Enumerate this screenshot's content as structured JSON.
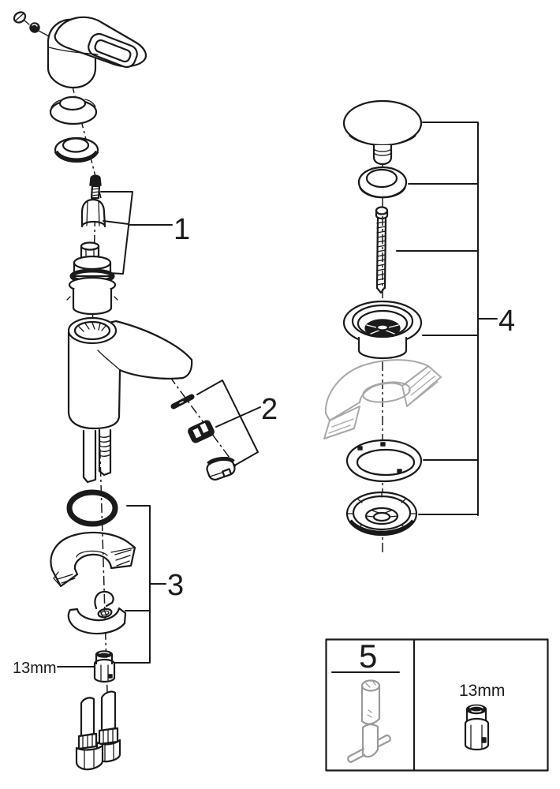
{
  "diagram": {
    "kind": "exploded parts diagram",
    "subject": "single-lever basin mixer faucet with pop-up waste set",
    "background": "#ffffff",
    "line_color": "#1a1a1a",
    "ghost_color": "#a8a8a8"
  },
  "callouts": {
    "c1": {
      "label": "1"
    },
    "c2": {
      "label": "2"
    },
    "c3": {
      "label": "3"
    },
    "c4": {
      "label": "4"
    },
    "c5": {
      "label": "5"
    }
  },
  "size_labels": {
    "mounting_nut": "13mm",
    "service_socket": "13mm"
  },
  "groups": {
    "callout_1_parts": [
      "handle-screw",
      "cartridge-cap-nut",
      "cartridge"
    ],
    "callout_2_parts": [
      "spout-pin",
      "aerator-clip",
      "aerator-cap"
    ],
    "callout_3_parts": [
      "o-ring",
      "stabilizing-plate",
      "mounting-clamp",
      "mounting-nut"
    ],
    "callout_4_parts": [
      "drain-plug",
      "plug-seal-ring",
      "connecting-screw",
      "drain-flange",
      "basin-seal-ring",
      "drain-lock-nut"
    ],
    "callout_5_parts": [
      "socket-wrench-tool",
      "service-socket"
    ]
  }
}
